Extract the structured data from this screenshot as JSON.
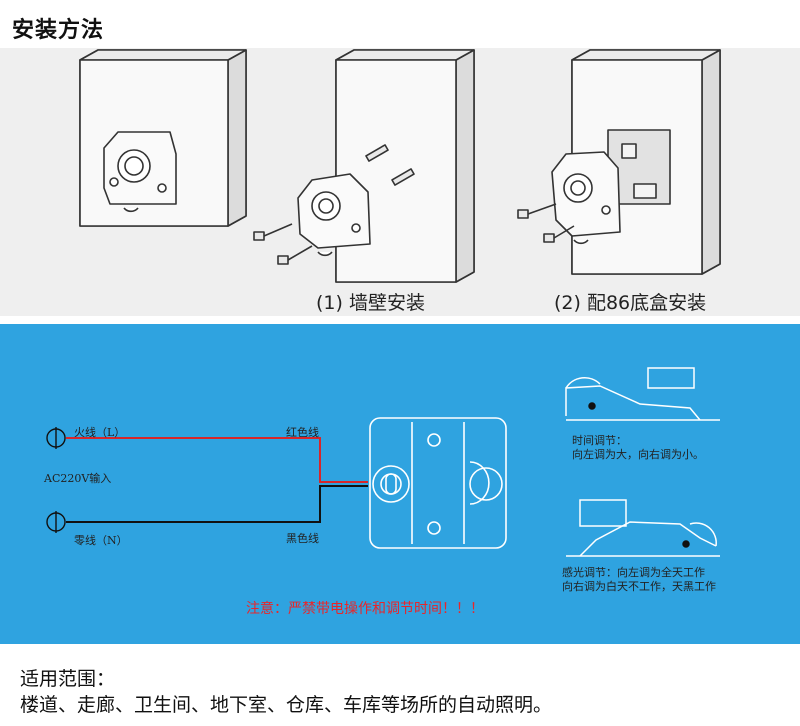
{
  "header": {
    "title": "安装方法"
  },
  "install": {
    "caption_1": "(1)  墙壁安装",
    "caption_2": "(2)  配86底盒安装"
  },
  "wiring": {
    "live_label": "火线（L）",
    "input_label": "AC220V输入",
    "neutral_label": "零线（N）",
    "red_wire_label": "红色线",
    "black_wire_label": "黑色线",
    "time_adjust_title": "时间调节：",
    "time_adjust_desc": "向左调为大，向右调为小。",
    "light_adjust_title": "感光调节：向左调为全天工作",
    "light_adjust_desc": "向右调为白天不工作，天黑工作",
    "warning": "注意：严禁带电操作和调节时间！！！",
    "colors": {
      "panel_bg": "#2fa3e0",
      "red_wire": "#d8262a",
      "black_wire": "#111111",
      "warning": "#e8262a"
    }
  },
  "scope": {
    "title": "适用范围：",
    "text": "楼道、走廊、卫生间、地下室、仓库、车库等场所的自动照明。"
  }
}
